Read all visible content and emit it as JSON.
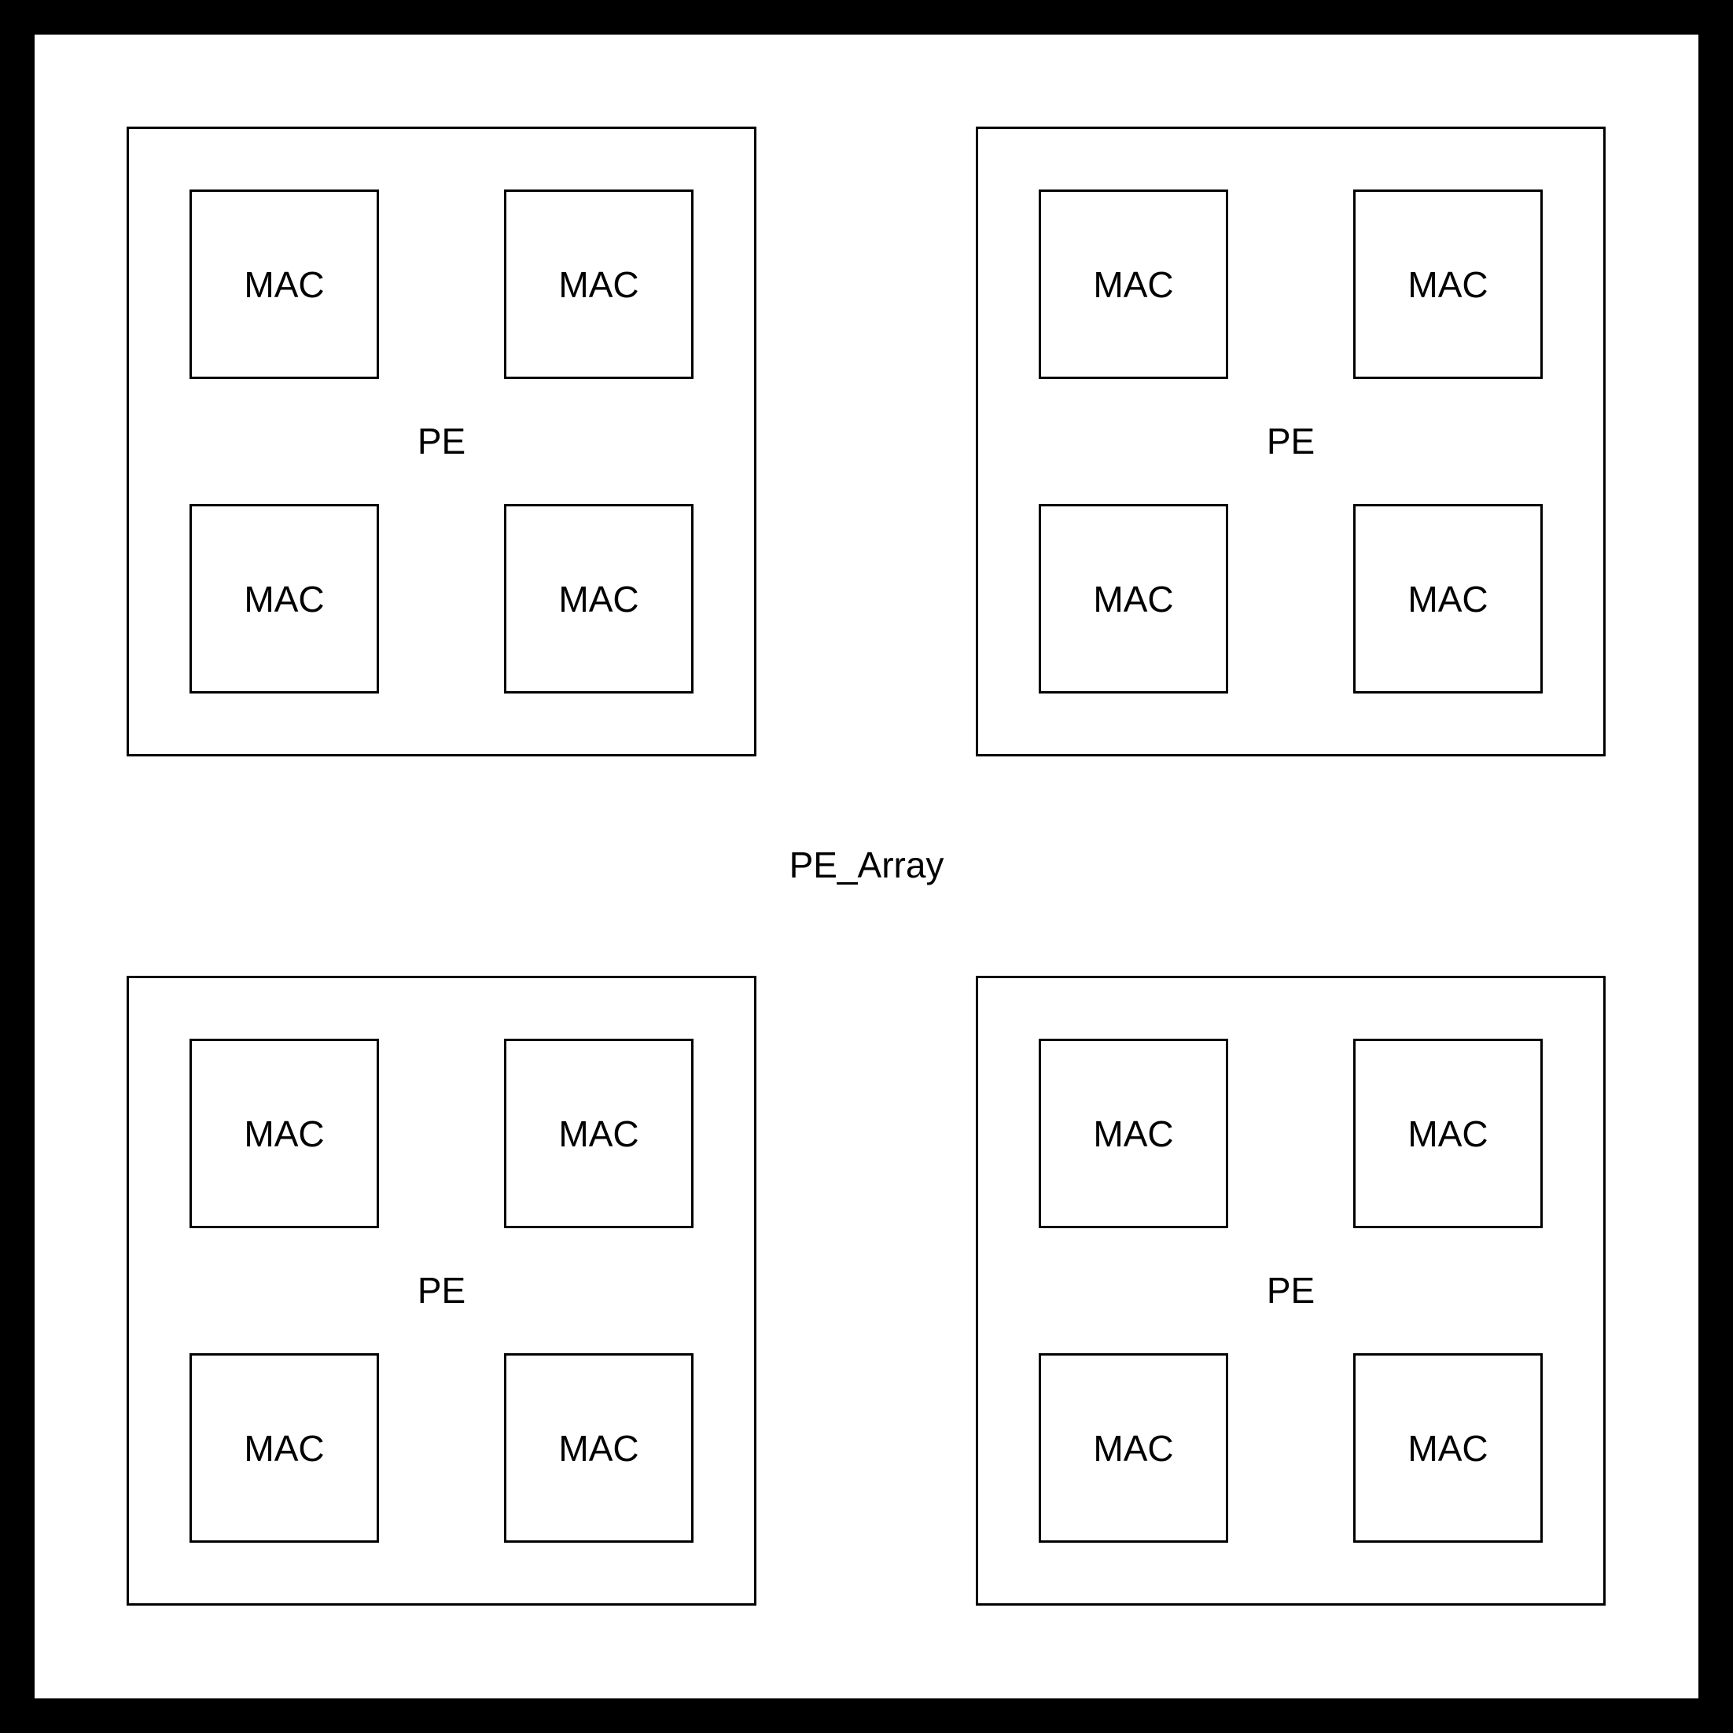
{
  "pe_array": {
    "label": "PE_Array",
    "pes": [
      {
        "label": "PE",
        "macs": [
          "MAC",
          "MAC",
          "MAC",
          "MAC"
        ]
      },
      {
        "label": "PE",
        "macs": [
          "MAC",
          "MAC",
          "MAC",
          "MAC"
        ]
      },
      {
        "label": "PE",
        "macs": [
          "MAC",
          "MAC",
          "MAC",
          "MAC"
        ]
      },
      {
        "label": "PE",
        "macs": [
          "MAC",
          "MAC",
          "MAC",
          "MAC"
        ]
      }
    ]
  }
}
